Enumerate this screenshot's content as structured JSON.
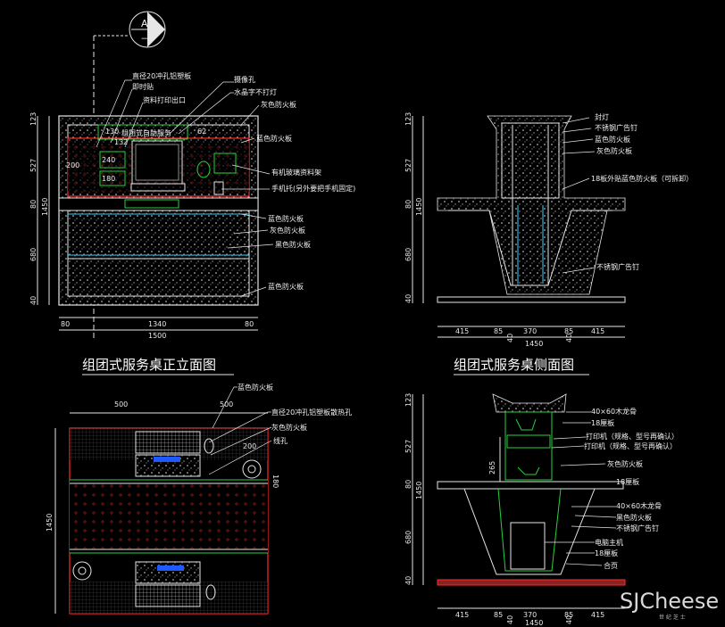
{
  "section_marker": {
    "letter": "A",
    "number": "—"
  },
  "front_view": {
    "title": "组团式服务桌正立面图",
    "sign_text": "组团式自助服务",
    "sign_numbers": [
      "132",
      "62"
    ],
    "small_dims": [
      "130",
      "132",
      "200",
      "240",
      "180"
    ],
    "labels": [
      "直径20冲孔铝塑板",
      "即时贴",
      "资料打印出口",
      "摄像孔",
      "水晶字不打灯",
      "灰色防火板",
      "蓝色防火板",
      "有机玻璃资料架",
      "手机托(另外要把手机固定)",
      "蓝色防火板",
      "灰色防火板",
      "黑色防火板",
      "蓝色防火板"
    ],
    "left_dims": [
      "123",
      "527",
      "80",
      "680",
      "40",
      "1450"
    ],
    "bottom_dims": [
      "80",
      "1340",
      "80",
      "1500"
    ]
  },
  "side_view": {
    "title": "组团式服务桌侧面图",
    "labels": [
      "封灯",
      "不锈钢广告钉",
      "蓝色防火板",
      "灰色防火板",
      "18板外贴蓝色防火板（可拆卸）",
      "不锈钢广告钉"
    ],
    "left_dims": [
      "123",
      "527",
      "80",
      "680",
      "40",
      "1450"
    ],
    "bottom_dims": [
      "415",
      "85",
      "370",
      "85",
      "415",
      "1450"
    ],
    "between_marks": [
      "40",
      "40"
    ]
  },
  "plan_view": {
    "top_dims": [
      "500",
      "500"
    ],
    "left_dim": "1450",
    "small_dims": [
      "200",
      "180"
    ],
    "labels": [
      "蓝色防火板",
      "直径20冲孔铝塑板散热孔",
      "灰色防火板",
      "线孔"
    ]
  },
  "section_view": {
    "left_dims": [
      "123",
      "527",
      "80",
      "680",
      "40",
      "1450"
    ],
    "height_mark": "265",
    "labels": [
      "40×60木龙骨",
      "18厘板",
      "打印机（规格、型号再确认）",
      "打印机（规格、型号再确认）",
      "灰色防火板",
      "18厘板",
      "40×60木龙骨",
      "黑色防火板",
      "不锈钢广告钉",
      "电脑主机",
      "18厘板",
      "合页"
    ],
    "bottom_dims": [
      "415",
      "85",
      "370",
      "85",
      "415",
      "1450"
    ],
    "between_marks": [
      "40",
      "40"
    ]
  },
  "watermark": {
    "text": "SJCheese",
    "sub": "世 纪 芝 士"
  },
  "colors": {
    "background": "#000000",
    "frame_red": "#ff2a2a",
    "line_white": "#e6e6e6",
    "green": "#28d23c",
    "cyan": "#32d2ff",
    "blue_fill": "#1e5aff"
  }
}
